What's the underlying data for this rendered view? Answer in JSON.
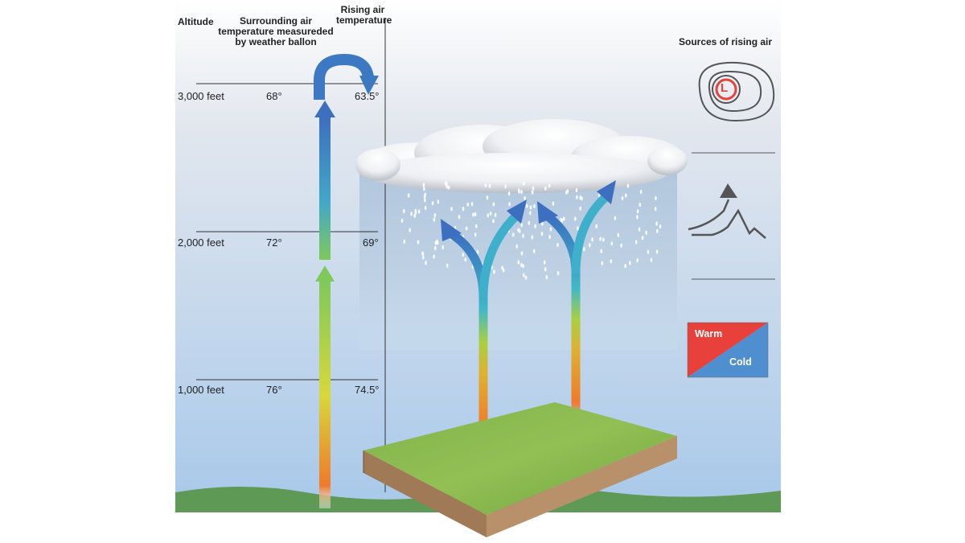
{
  "headers": {
    "altitude": "Altitude",
    "surrounding_line1": "Surrounding air",
    "surrounding_line2": "temperature measureded",
    "surrounding_line3": "by weather ballon",
    "rising_line1": "Rising air",
    "rising_line2": "temperature"
  },
  "rows": [
    {
      "altitude": "3,000 feet",
      "surrounding": "68°",
      "rising": "63.5°"
    },
    {
      "altitude": "2,000 feet",
      "surrounding": "72°",
      "rising": "69°"
    },
    {
      "altitude": "1,000 feet",
      "surrounding": "76°",
      "rising": "74.5°"
    }
  ],
  "sources": {
    "title": "Sources of rising air",
    "low_pressure_letter": "L",
    "front_warm": "Warm",
    "front_cold": "Cold"
  },
  "colors": {
    "sky_top": "#d8dde4",
    "sky_bottom": "#a8c8e8",
    "ground": "#5e9a55",
    "low_pressure_red": "#e8403a",
    "warm": "#e8403a",
    "cold": "#4f8fcf",
    "arrow_blue": "#3c79c2"
  }
}
